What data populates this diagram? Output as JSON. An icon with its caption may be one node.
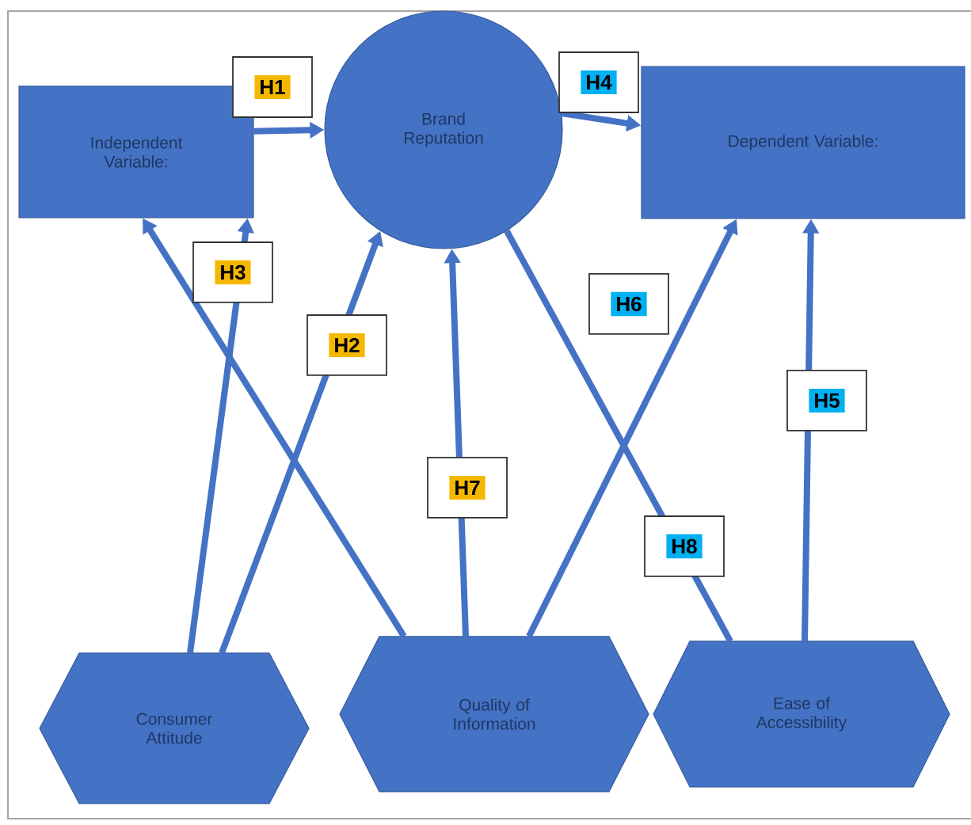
{
  "diagram": {
    "nodes": [
      {
        "text": [
          "Independent Variable:"
        ]
      },
      {
        "text": [
          "Brand Reputation"
        ]
      },
      {
        "text": [
          "Dependent Variable:"
        ]
      },
      {
        "text": [
          "Consumer Attitude"
        ]
      },
      {
        "text": [
          "Quality of Information"
        ]
      },
      {
        "text": [
          "Ease of Accessibility"
        ]
      }
    ],
    "edges": [
      {
        "from": 0,
        "to": 1,
        "arrow": "to",
        "label": "H1"
      },
      {
        "from": 1,
        "to": 2,
        "arrow": "to",
        "label": "H4"
      },
      {
        "from": 3,
        "to": 0,
        "arrow": "to",
        "label": "H3"
      },
      {
        "from": 3,
        "to": 1,
        "arrow": "to",
        "label": "H2"
      },
      {
        "from": 4,
        "to": 0,
        "arrow": "to"
      },
      {
        "from": 4,
        "to": 1,
        "arrow": "to",
        "label": "H7"
      },
      {
        "from": 4,
        "to": 2,
        "arrow": "to",
        "label": "H6"
      },
      {
        "from": 1,
        "to": 5,
        "arrow": "none",
        "label": "H8"
      },
      {
        "from": 5,
        "to": 2,
        "arrow": "to",
        "label": "H5"
      }
    ]
  }
}
